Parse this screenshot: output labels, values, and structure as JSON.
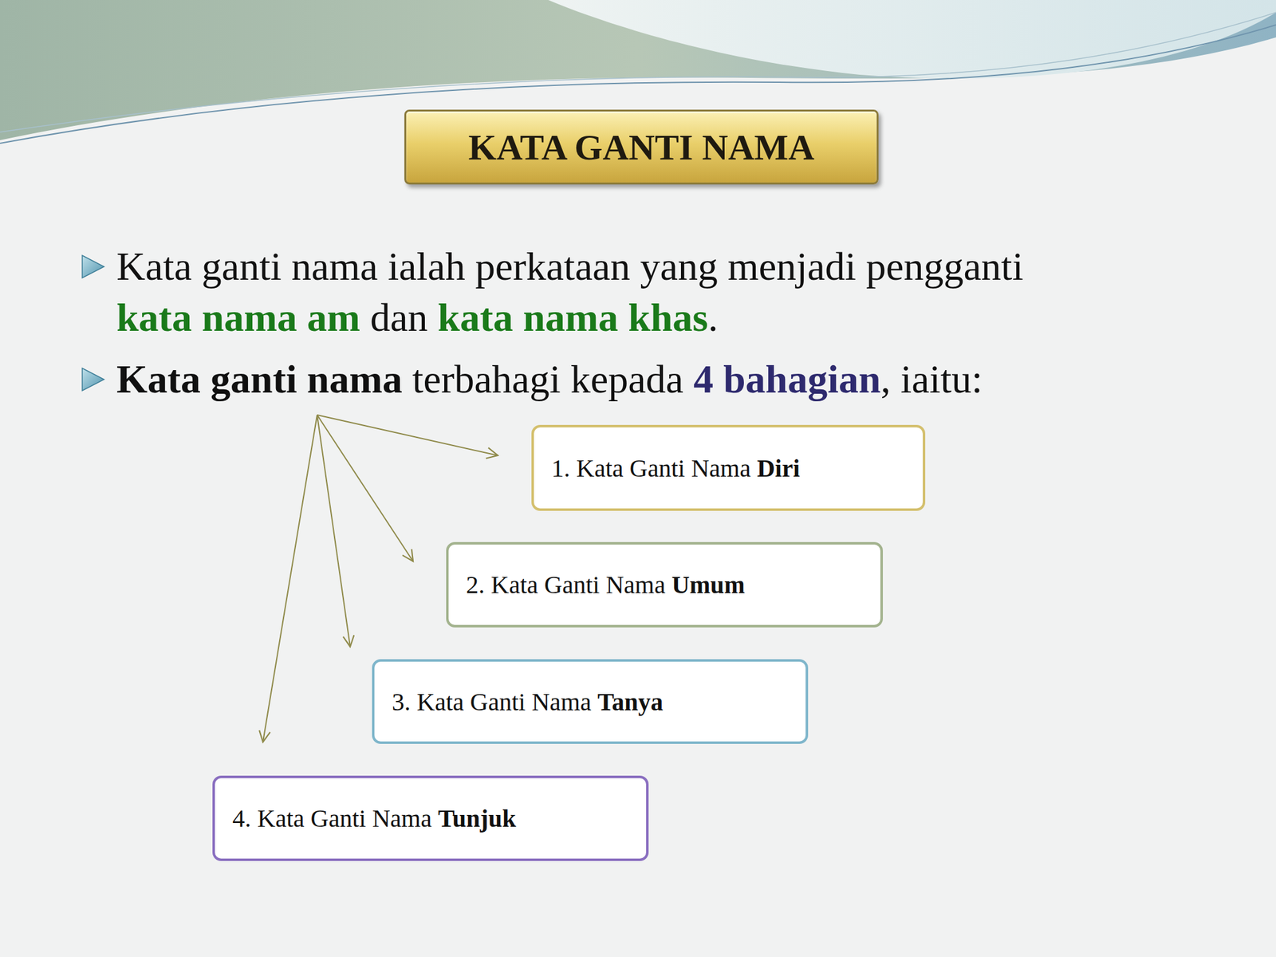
{
  "diagram": {
    "title": "KATA GANTI NAMA",
    "nodes": [
      {
        "text": [
          "1. Kata Ganti Nama",
          "Diri"
        ]
      },
      {
        "text": [
          "2. Kata Ganti Nama",
          "Umum"
        ]
      },
      {
        "text": [
          "3. Kata Ganti Nama",
          "Tanya"
        ]
      },
      {
        "text": [
          "4. Kata Ganti Nama",
          "Tunjuk"
        ]
      }
    ],
    "labels": [
      "Kata ganti nama ialah perkataan yang menjadi pengganti",
      "kata nama am",
      "dan",
      "kata nama khas",
      ".",
      "Kata ganti nama",
      "terbahagi kepada",
      "4 bahagian",
      ", iaitu:"
    ]
  }
}
